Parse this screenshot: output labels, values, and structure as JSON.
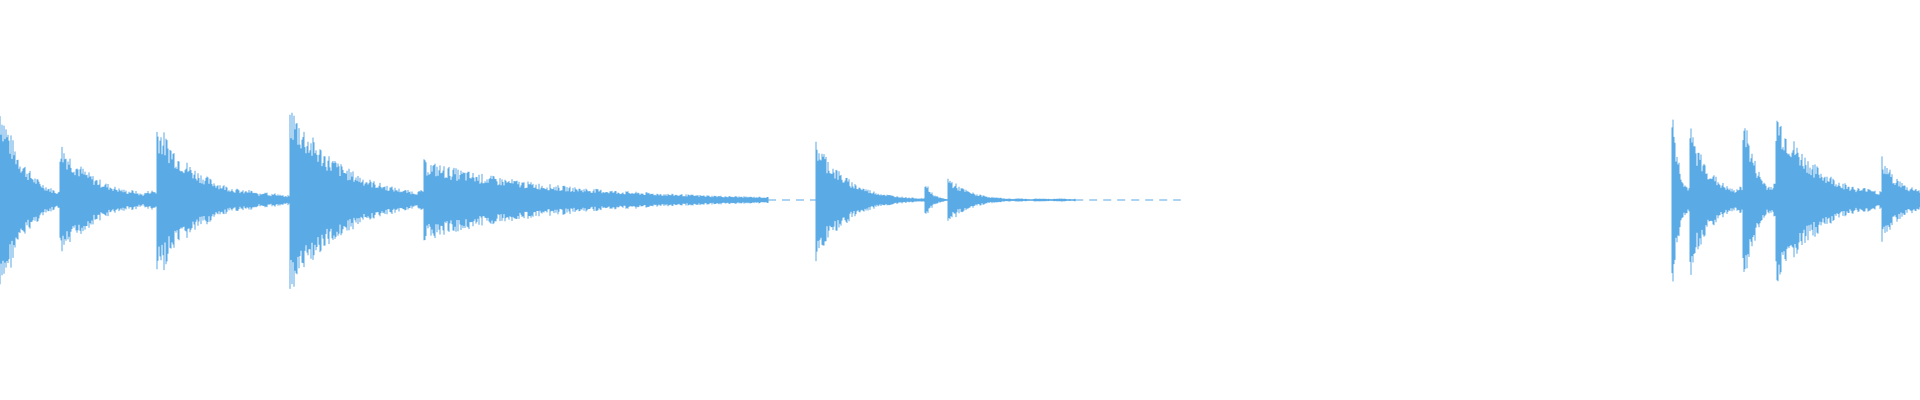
{
  "waveform": {
    "color": "#5aaae6",
    "background": "#ffffff",
    "duration_fraction_visible": 1.0,
    "events": [
      {
        "start": 0.0,
        "decay": 0.032,
        "peak": 0.62,
        "tail": 0.06,
        "end": 0.032
      },
      {
        "start": 0.031,
        "decay": 0.05,
        "peak": 0.36,
        "tail": 0.06,
        "end": 0.082
      },
      {
        "start": 0.082,
        "decay": 0.055,
        "peak": 0.48,
        "tail": 0.06,
        "end": 0.138
      },
      {
        "start": 0.138,
        "decay": 0.014,
        "peak": 0.06,
        "tail": 0.04,
        "end": 0.151
      },
      {
        "start": 0.151,
        "decay": 0.07,
        "peak": 0.58,
        "tail": 0.06,
        "end": 0.221
      },
      {
        "start": 0.221,
        "decay": 0.18,
        "peak": 0.24,
        "tail": 0.02,
        "end": 0.4
      },
      {
        "start": 0.425,
        "decay": 0.04,
        "peak": 0.38,
        "tail": 0.01,
        "end": 0.482
      },
      {
        "start": 0.482,
        "decay": 0.01,
        "peak": 0.12,
        "tail": 0.01,
        "end": 0.494
      },
      {
        "start": 0.494,
        "decay": 0.03,
        "peak": 0.14,
        "tail": 0.01,
        "end": 0.56
      },
      {
        "start": 0.871,
        "decay": 0.01,
        "peak": 0.62,
        "tail": 0.1,
        "end": 0.88
      },
      {
        "start": 0.88,
        "decay": 0.03,
        "peak": 0.45,
        "tail": 0.08,
        "end": 0.908
      },
      {
        "start": 0.908,
        "decay": 0.018,
        "peak": 0.58,
        "tail": 0.1,
        "end": 0.925
      },
      {
        "start": 0.925,
        "decay": 0.055,
        "peak": 0.55,
        "tail": 0.08,
        "end": 0.98
      },
      {
        "start": 0.98,
        "decay": 0.03,
        "peak": 0.26,
        "tail": 0.08,
        "end": 1.0
      }
    ],
    "dashed_segments": [
      {
        "start": 0.4,
        "end": 0.425
      },
      {
        "start": 0.56,
        "end": 0.615
      }
    ]
  }
}
